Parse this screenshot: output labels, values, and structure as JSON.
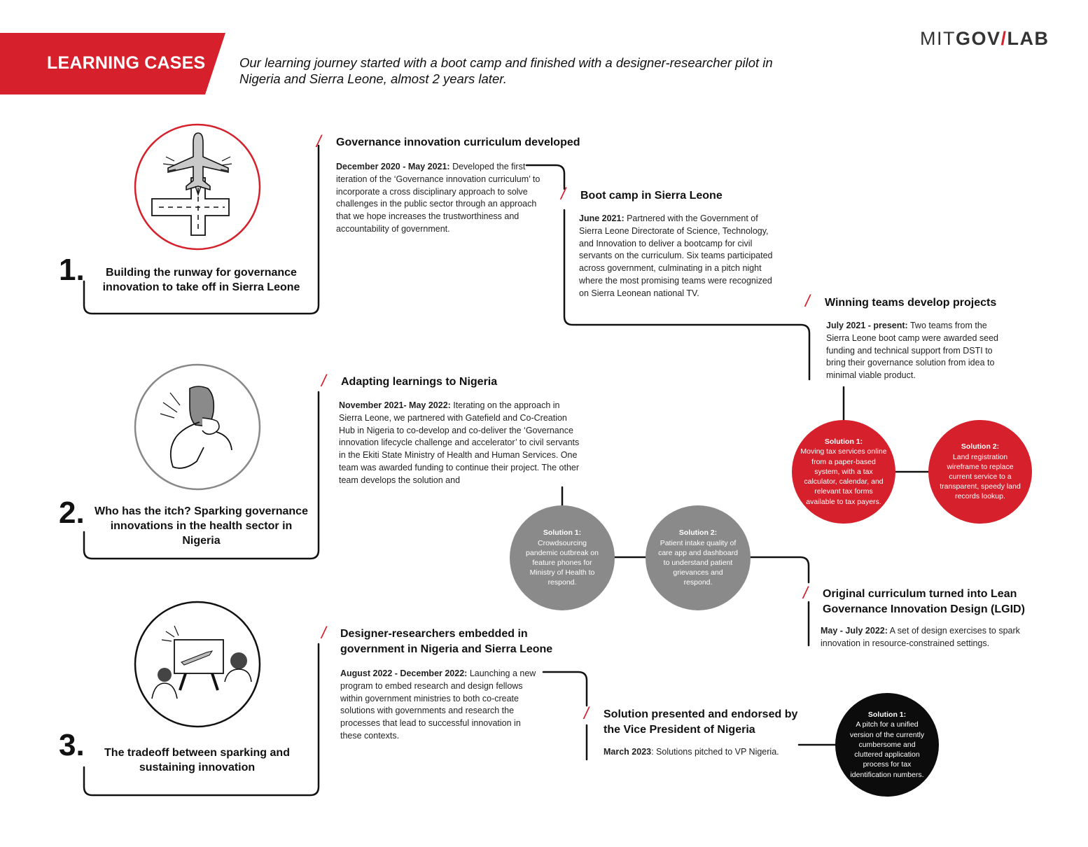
{
  "header": {
    "banner_label": "LEARNING CASES",
    "intro": "Our learning journey started with a boot camp and finished with a designer-researcher pilot in Nigeria and Sierra Leone, almost 2 years later.",
    "logo": {
      "part1": "MIT",
      "part2": "GOV",
      "slash": "/",
      "part3": "LAB"
    }
  },
  "cases": [
    {
      "number": "1.",
      "title": "Building the runway for governance innovation to take off in Sierra Leone",
      "icon": "airplane-runway-icon"
    },
    {
      "number": "2.",
      "title": "Who has the itch? Sparking governance innovations in the health sector in Nigeria",
      "icon": "person-scratching-icon"
    },
    {
      "number": "3.",
      "title": "The tradeoff between sparking and sustaining innovation",
      "icon": "presentation-icon"
    }
  ],
  "sections": {
    "curriculum": {
      "title": "Governance innovation curriculum developed",
      "date": "December 2020 - May 2021:",
      "text": " Developed the first iteration of the ‘Governance innovation curriculum’ to incorporate a cross disciplinary approach to solve challenges in the public sector through an approach that we hope increases the trustworthiness and accountability of government."
    },
    "bootcamp": {
      "title": "Boot camp in Sierra Leone",
      "date": "June 2021:",
      "text": " Partnered with the Government of Sierra Leone Directorate of Science, Technology, and Innovation to deliver a bootcamp for civil servants on the curriculum. Six teams participated across government, culminating in a pitch night where the most promising teams were recognized on Sierra Leonean national TV."
    },
    "winning": {
      "title": "Winning teams develop projects",
      "date": "July 2021 - present:",
      "text": " Two teams from the Sierra Leone boot camp were awarded seed funding and technical support from DSTI to bring their governance solution from idea to minimal viable product."
    },
    "nigeria": {
      "title": "Adapting learnings to Nigeria",
      "date": "November 2021- May 2022:",
      "text": " Iterating on the approach in Sierra Leone, we partnered with Gatefield and Co-Creation Hub in Nigeria to co-develop and co-deliver the ‘Governance innovation lifecycle challenge and accelerator’ to civil servants in the Ekiti State Ministry of Health and Human Services. One team was awarded funding to continue their project. The other team develops the solution and"
    },
    "lgid": {
      "title": "Original curriculum turned into Lean Governance Innovation Design (LGID)",
      "date": "May - July 2022:",
      "text": "  A set of design exercises to spark innovation in resource-constrained settings."
    },
    "designers": {
      "title": "Designer-researchers embedded in government in Nigeria and Sierra Leone",
      "date": "August 2022 - December 2022:",
      "text": " Launching a new program to embed research and design fellows within government ministries to both co-create solutions with governments and research the processes that lead to successful innovation in these contexts."
    },
    "vp": {
      "title": "Solution presented and endorsed by the Vice President of Nigeria",
      "date": "March 2023",
      "text": ": Solutions pitched to VP Nigeria."
    }
  },
  "slash_glyph": "/",
  "solutions": {
    "sl1": {
      "label": "Solution 1:",
      "text": "Moving tax services online from a paper-based system, with a tax calculator, calendar, and relevant tax forms available to tax payers."
    },
    "sl2": {
      "label": "Solution 2:",
      "text": "Land registration wireframe to replace current service to a transparent, speedy land records lookup."
    },
    "ng1": {
      "label": "Solution 1:",
      "text": "Crowdsourcing pandemic outbreak on feature phones for Ministry of Health to respond."
    },
    "ng2": {
      "label": "Solution 2:",
      "text": "Patient intake quality of care app and dashboard to understand patient grievances and respond."
    },
    "vp1": {
      "label": "Solution 1:",
      "text": "A pitch for a unified version of the currently cumbersome and cluttered application process for tax identification numbers."
    }
  },
  "colors": {
    "accent": "#d6202b",
    "gray": "#8a8a8b",
    "black": "#0c0c0c"
  }
}
